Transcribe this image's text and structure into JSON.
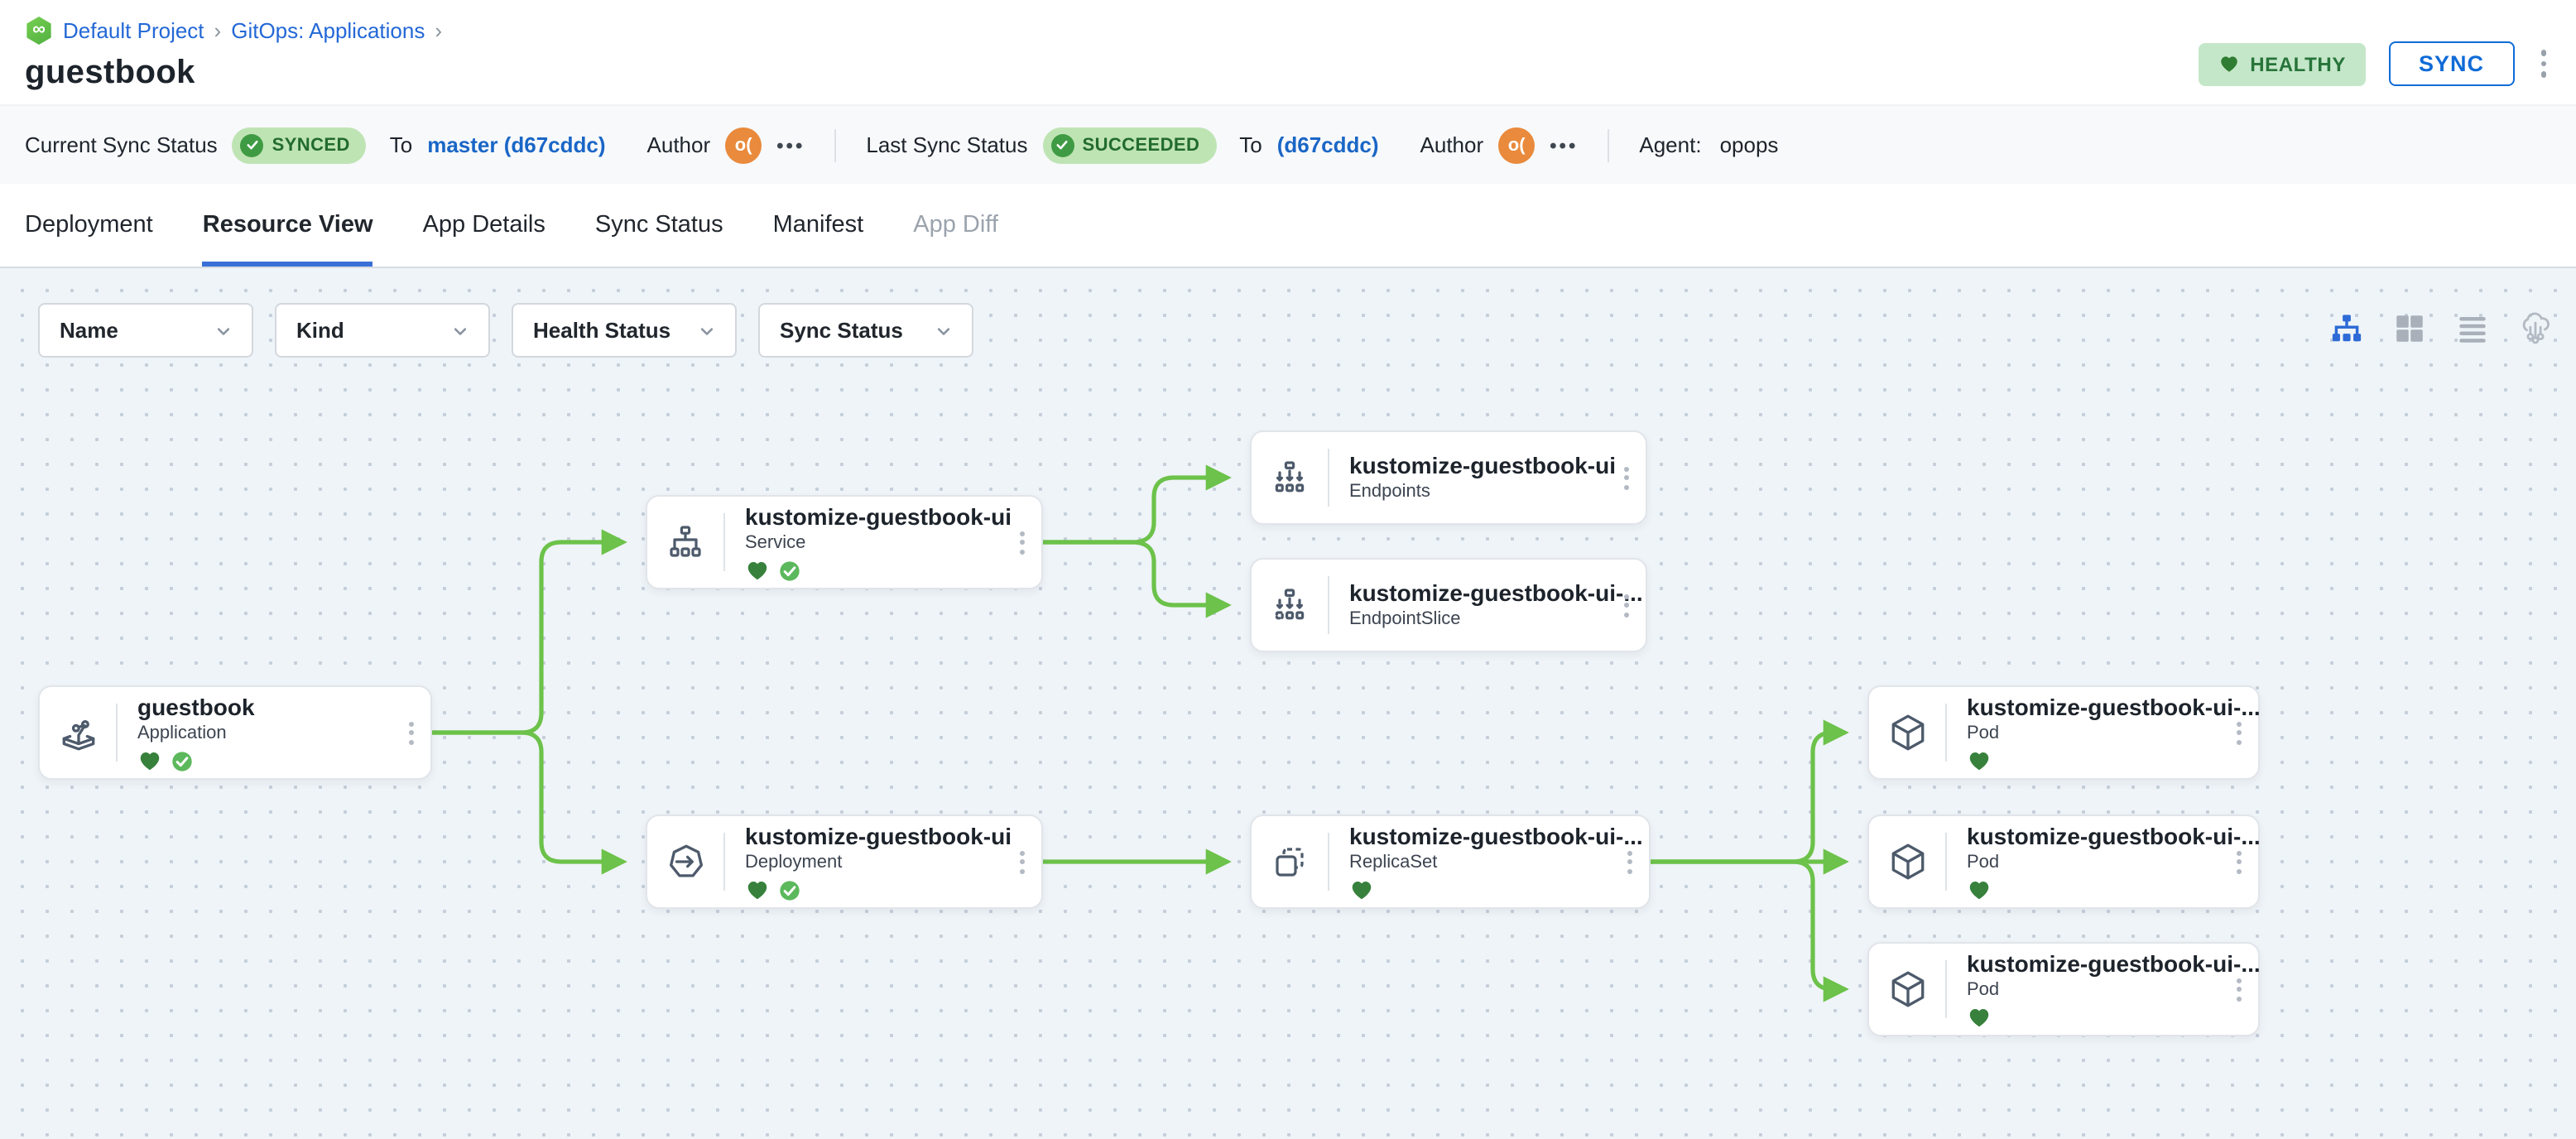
{
  "header": {
    "logo": "infinity-hexagon",
    "logo_glyph": "∞",
    "breadcrumb": {
      "project": "Default Project",
      "section": "GitOps: Applications",
      "separator": "›"
    },
    "title": "guestbook",
    "health_badge": {
      "label": "HEALTHY"
    },
    "sync_button": {
      "label": "SYNC"
    }
  },
  "status_bar": {
    "current_sync": {
      "label": "Current Sync Status",
      "status": "SYNCED",
      "to_label": "To",
      "commit": "master (d67cddc)",
      "author_label": "Author",
      "avatar": "o(",
      "more": "•••"
    },
    "last_sync": {
      "label": "Last Sync Status",
      "status": "SUCCEEDED",
      "to_label": "To",
      "commit": "(d67cddc)",
      "author_label": "Author",
      "avatar": "o(",
      "more": "•••"
    },
    "agent": {
      "label": "Agent:",
      "value": "opops"
    }
  },
  "tabs": [
    {
      "label": "Deployment"
    },
    {
      "label": "Resource View",
      "active": true
    },
    {
      "label": "App Details"
    },
    {
      "label": "Sync Status"
    },
    {
      "label": "Manifest"
    },
    {
      "label": "App Diff",
      "disabled": true
    }
  ],
  "toolbar": {
    "filters": [
      {
        "label": "Name"
      },
      {
        "label": "Kind"
      },
      {
        "label": "Health Status"
      },
      {
        "label": "Sync Status"
      }
    ],
    "views": [
      "tree-view",
      "grid-view",
      "list-view",
      "deploy-view"
    ]
  },
  "canvas": {
    "nodes": [
      {
        "title": "guestbook",
        "kind": "Application",
        "healthy": true,
        "synced": true
      },
      {
        "title": "kustomize-guestbook-ui",
        "kind": "Service",
        "healthy": true,
        "synced": true
      },
      {
        "title": "kustomize-guestbook-ui",
        "kind": "Endpoints",
        "healthy": false,
        "synced": false
      },
      {
        "title": "kustomize-guestbook-ui-...",
        "kind": "EndpointSlice",
        "healthy": false,
        "synced": false
      },
      {
        "title": "kustomize-guestbook-ui",
        "kind": "Deployment",
        "healthy": true,
        "synced": true
      },
      {
        "title": "kustomize-guestbook-ui-...",
        "kind": "ReplicaSet",
        "healthy": true,
        "synced": false
      },
      {
        "title": "kustomize-guestbook-ui-...",
        "kind": "Pod",
        "healthy": true,
        "synced": false
      },
      {
        "title": "kustomize-guestbook-ui-...",
        "kind": "Pod",
        "healthy": true,
        "synced": false
      },
      {
        "title": "kustomize-guestbook-ui-...",
        "kind": "Pod",
        "healthy": true,
        "synced": false
      }
    ]
  },
  "colors": {
    "accent_blue": "#0f6bd7",
    "link_blue": "#2368d6",
    "healthy_heart_green": "#37813c",
    "synced_check_green": "#5cb85c",
    "badge_bg_green": "#c5e7c9",
    "connector_green": "#6cc24a",
    "avatar_orange": "#e98a3c",
    "canvas_bg": "#eff4f8"
  }
}
